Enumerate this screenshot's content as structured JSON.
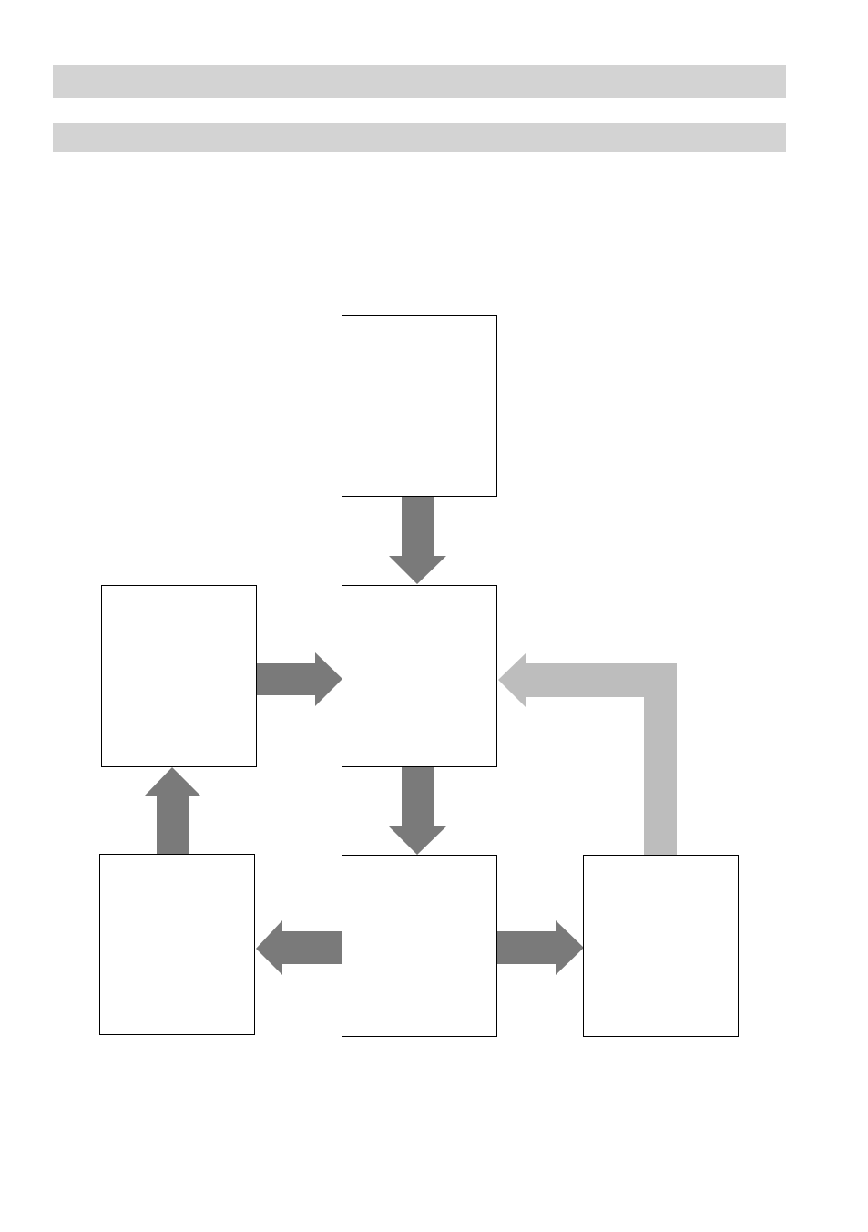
{
  "header": {
    "bars": [
      {
        "text": ""
      },
      {
        "text": ""
      }
    ]
  },
  "diagram": {
    "boxes": [
      {
        "id": "top-center",
        "label": ""
      },
      {
        "id": "middle-left",
        "label": ""
      },
      {
        "id": "middle-center",
        "label": ""
      },
      {
        "id": "bottom-left",
        "label": ""
      },
      {
        "id": "bottom-center",
        "label": ""
      },
      {
        "id": "bottom-right",
        "label": ""
      }
    ],
    "arrows": [
      {
        "from": "top-center",
        "to": "middle-center",
        "style": "primary"
      },
      {
        "from": "middle-left",
        "to": "middle-center",
        "style": "primary"
      },
      {
        "from": "middle-center",
        "to": "bottom-center",
        "style": "primary"
      },
      {
        "from": "bottom-center",
        "to": "bottom-left",
        "style": "primary"
      },
      {
        "from": "bottom-center",
        "to": "bottom-right",
        "style": "primary"
      },
      {
        "from": "bottom-left",
        "to": "middle-left",
        "style": "primary"
      },
      {
        "from": "bottom-right",
        "to": "middle-center",
        "style": "feedback"
      }
    ],
    "colors": {
      "primary_arrow": "#7a7a7a",
      "feedback_arrow": "#bdbdbd",
      "box_border": "#000000",
      "box_fill": "#ffffff",
      "header_bar": "#d3d3d3"
    }
  }
}
